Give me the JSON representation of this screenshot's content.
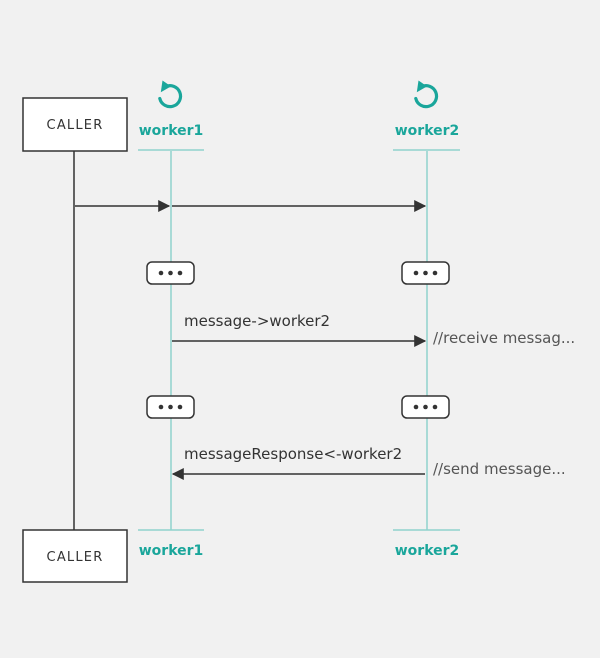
{
  "colors": {
    "background": "#f1f1f1",
    "accent": "#1aa69b",
    "lifeline": "#8fd3cd",
    "line": "#333333",
    "box_fill": "#ffffff"
  },
  "participants": {
    "caller": {
      "top_label": "CALLER",
      "bottom_label": "CALLER"
    },
    "worker1": {
      "top_label": "worker1",
      "bottom_label": "worker1",
      "icon": "refresh-icon"
    },
    "worker2": {
      "top_label": "worker2",
      "bottom_label": "worker2",
      "icon": "refresh-icon"
    }
  },
  "messages": {
    "m1": {
      "label": "message->worker2"
    },
    "m2": {
      "label": "messageResponse<-worker2"
    }
  },
  "notes": {
    "n1": "//receive messag...",
    "n2": "//send message..."
  }
}
